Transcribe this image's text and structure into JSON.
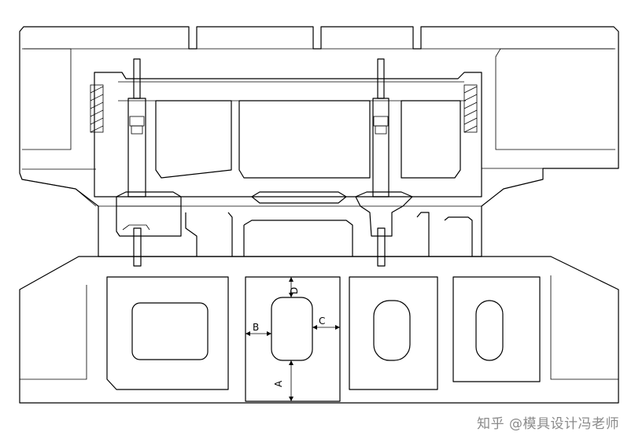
{
  "dimension_labels": {
    "a": "A",
    "b": "B",
    "c": "C",
    "d": "D"
  },
  "watermark": "知乎 @模具设计冯老师"
}
